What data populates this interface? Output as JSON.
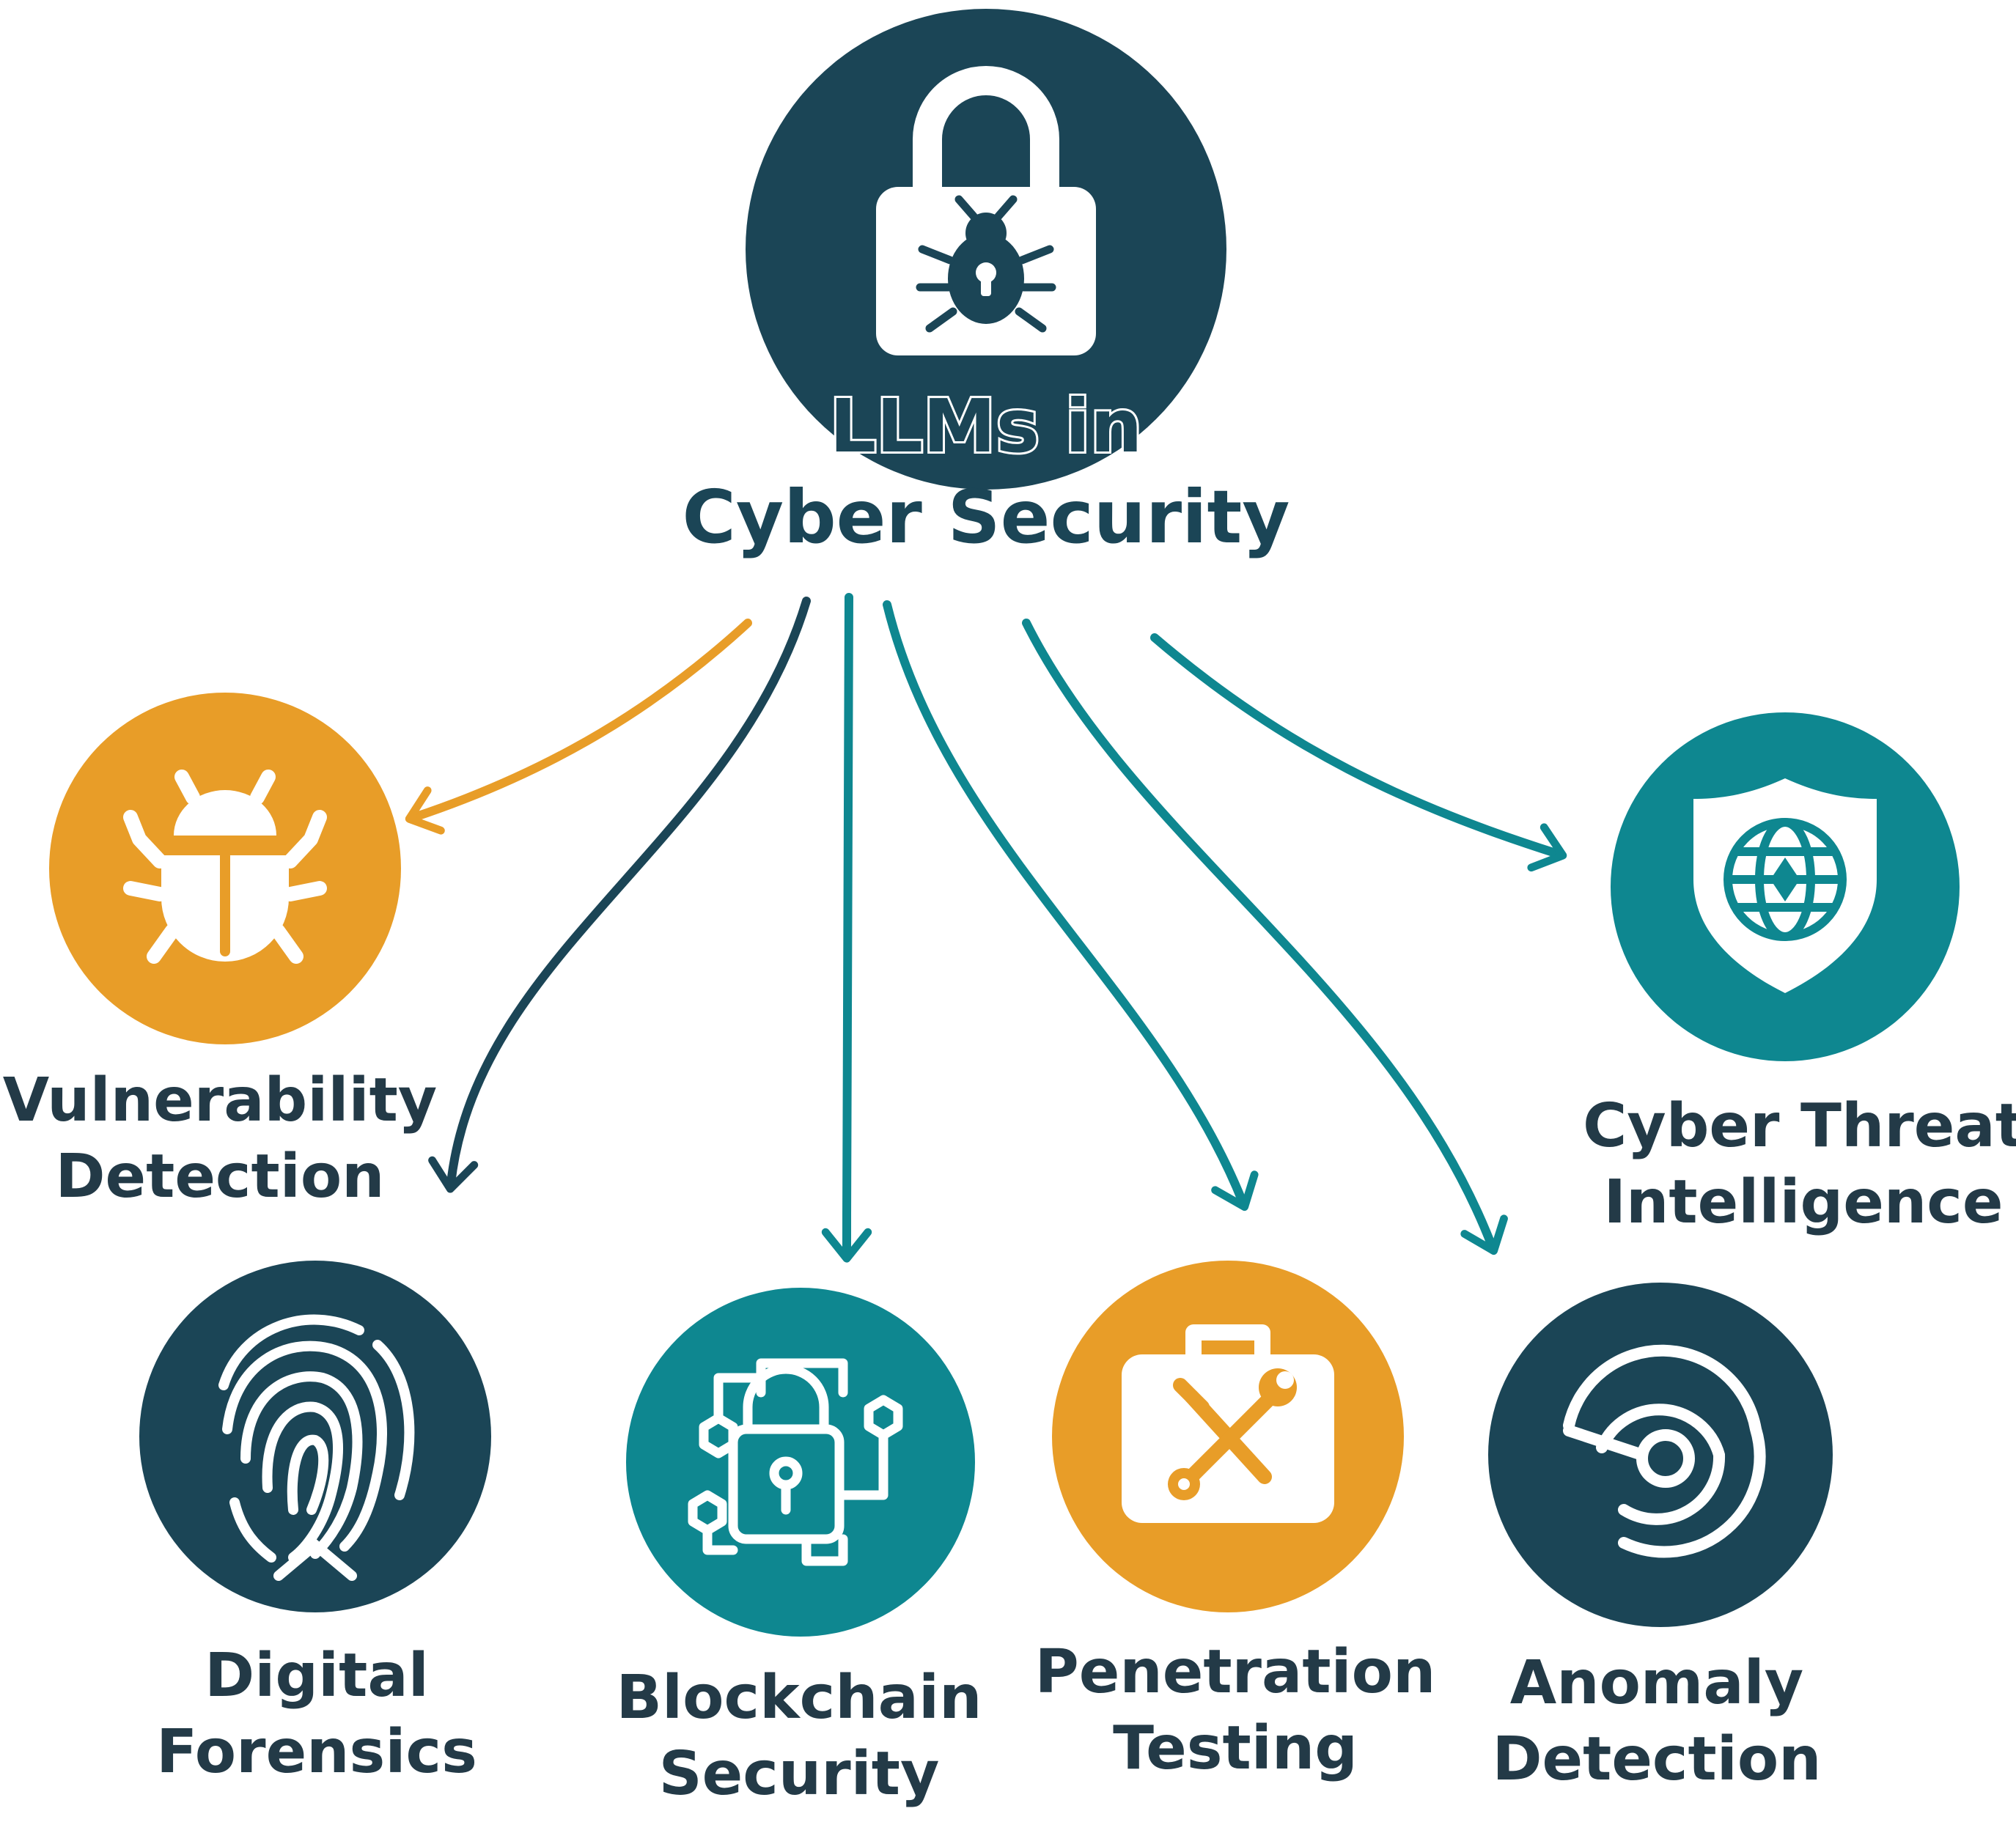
{
  "center": {
    "title_line1": "LLMs in",
    "title_line2": "Cyber Security",
    "icon": "padlock-bug-icon"
  },
  "colors": {
    "navy": "#1b4556",
    "teal": "#0e8790",
    "orange": "#e89d28",
    "text": "#233a47",
    "icon": "#ffffff"
  },
  "nodes": [
    {
      "id": "vulnerability-detection",
      "line1": "Vulnerability",
      "line2": "Detection",
      "color": "orange",
      "icon": "bug-icon"
    },
    {
      "id": "digital-forensics",
      "line1": "Digital",
      "line2": "Forensics",
      "color": "navy",
      "icon": "fingerprint-icon"
    },
    {
      "id": "blockchain-security",
      "line1": "Blockchain",
      "line2": "Security",
      "color": "teal",
      "icon": "blockchain-lock-icon"
    },
    {
      "id": "penetration-testing",
      "line1": "Penetration",
      "line2": "Testing",
      "color": "orange",
      "icon": "toolbox-icon"
    },
    {
      "id": "anomaly-detection",
      "line1": "Anomaly",
      "line2": "Detection",
      "color": "navy",
      "icon": "radar-icon"
    },
    {
      "id": "cyber-threat-intelligence",
      "line1": "Cyber Threat",
      "line2": "Intelligence",
      "color": "teal",
      "icon": "shield-globe-icon"
    }
  ]
}
